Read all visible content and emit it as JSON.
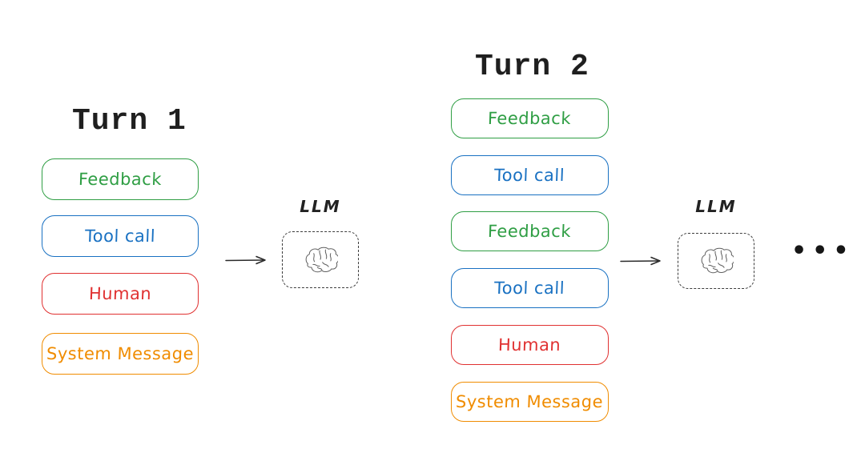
{
  "turns": [
    {
      "title": "Turn 1",
      "boxes": [
        {
          "label": "Feedback",
          "type": "feedback",
          "color": "#2f9e44"
        },
        {
          "label": "Tool call",
          "type": "tool-call",
          "color": "#1971c2"
        },
        {
          "label": "Human",
          "type": "human",
          "color": "#e03131"
        },
        {
          "label": "System Message",
          "type": "system-message",
          "color": "#f08c00"
        }
      ]
    },
    {
      "title": "Turn 2",
      "boxes": [
        {
          "label": "Feedback",
          "type": "feedback",
          "color": "#2f9e44"
        },
        {
          "label": "Tool call",
          "type": "tool-call",
          "color": "#1971c2"
        },
        {
          "label": "Feedback",
          "type": "feedback",
          "color": "#2f9e44"
        },
        {
          "label": "Tool call",
          "type": "tool-call",
          "color": "#1971c2"
        },
        {
          "label": "Human",
          "type": "human",
          "color": "#e03131"
        },
        {
          "label": "System Message",
          "type": "system-message",
          "color": "#f08c00"
        }
      ]
    }
  ],
  "llm": {
    "label": "LLM",
    "icon": "brain-icon"
  },
  "ellipsis": "•••",
  "colors": {
    "feedback": "#2f9e44",
    "tool_call": "#1971c2",
    "human": "#e03131",
    "system_message": "#f08c00",
    "ink": "#1e1e1e",
    "background": "#ffffff"
  }
}
